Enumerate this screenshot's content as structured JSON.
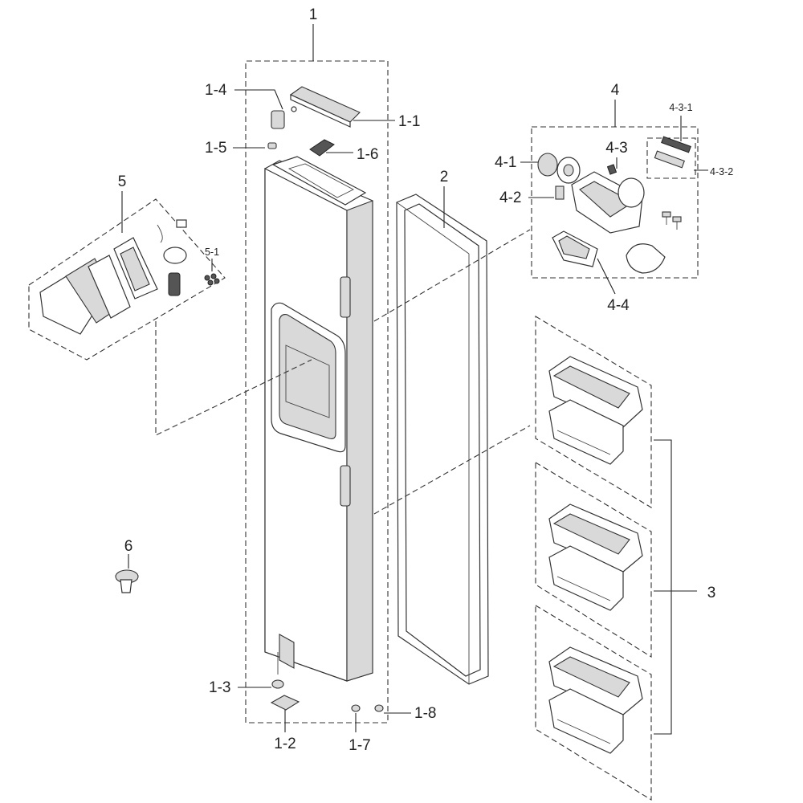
{
  "diagram": {
    "labels": {
      "p1": "1",
      "p1_1": "1-1",
      "p1_2": "1-2",
      "p1_3": "1-3",
      "p1_4": "1-4",
      "p1_5": "1-5",
      "p1_6": "1-6",
      "p1_7": "1-7",
      "p1_8": "1-8",
      "p2": "2",
      "p3": "3",
      "p4": "4",
      "p4_1": "4-1",
      "p4_2": "4-2",
      "p4_3": "4-3",
      "p4_3_1": "4-3-1",
      "p4_3_2": "4-3-2",
      "p4_4": "4-4",
      "p5": "5",
      "p5_1": "5-1",
      "p6": "6"
    }
  }
}
